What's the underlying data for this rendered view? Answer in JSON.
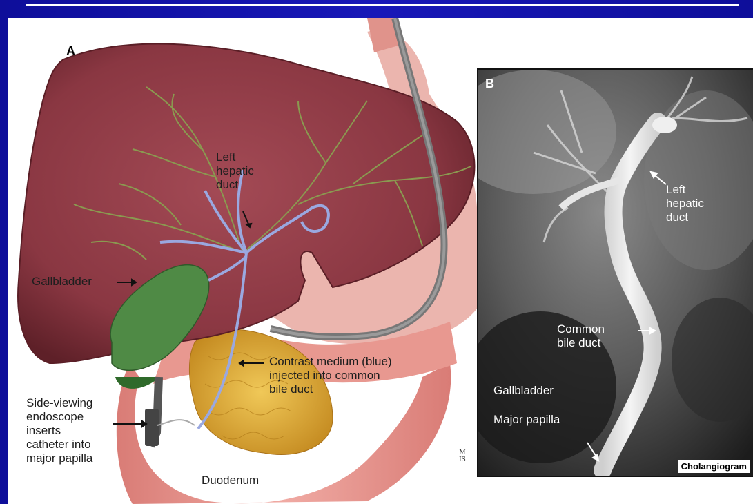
{
  "panel_a": {
    "letter": "A",
    "labels": {
      "left_hepatic_duct": "Left\nhepatic\nduct",
      "gallbladder": "Gallbladder",
      "contrast_medium": "Contrast medium (blue)\ninjected into common\nbile duct",
      "endoscope": "Side-viewing\nendoscope\ninserts\ncatheter into\nmajor papilla",
      "duodenum": "Duodenum"
    }
  },
  "panel_b": {
    "letter": "B",
    "labels": {
      "left_hepatic_duct": "Left\nhepatic\nduct",
      "common_bile_duct": "Common\nbile duct",
      "gallbladder": "Gallbladder",
      "major_papilla": "Major papilla"
    },
    "badge": "Cholangiogram"
  },
  "signature": "M\nIS",
  "colors": {
    "slide_background": "#1010a8",
    "liver": "#8e3b45",
    "bile_duct": "#9aa8d8",
    "gallbladder": "#3f7a3a",
    "pancreas": "#e0b040",
    "duodenum": "#e79a93"
  }
}
